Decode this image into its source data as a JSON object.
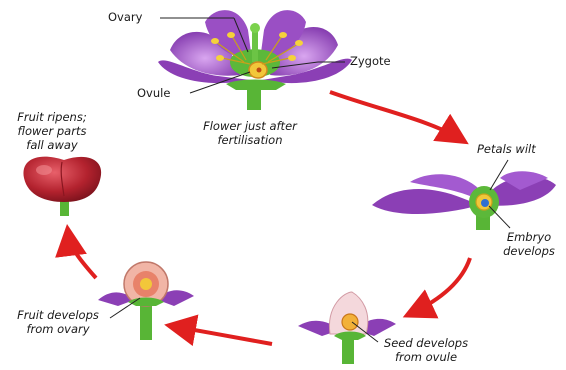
{
  "labels": {
    "ovary": "Ovary",
    "zygote": "Zygote",
    "ovule": "Ovule",
    "flower_caption": [
      "Flower just after",
      "fertilisation"
    ],
    "petals_wilt": "Petals wilt",
    "embryo_develops": [
      "Embryo",
      "develops"
    ],
    "seed_develops": [
      "Seed develops",
      "from ovule"
    ],
    "fruit_develops": [
      "Fruit develops",
      "from ovary"
    ],
    "fruit_ripens": [
      "Fruit ripens;",
      "flower parts",
      "fall away"
    ]
  },
  "colors": {
    "arrow": "#e0201f",
    "petal": "#8b3fb5",
    "stem": "#58b536",
    "fruit": "#b3222e"
  }
}
